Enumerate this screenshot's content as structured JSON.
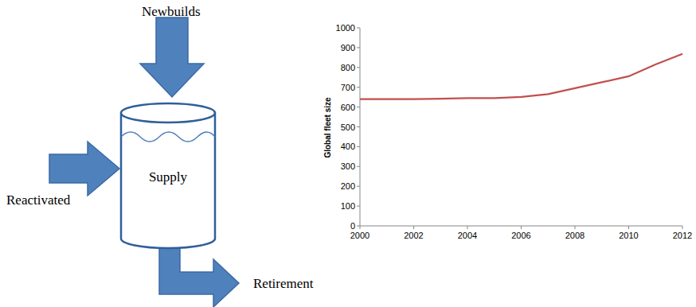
{
  "diagram": {
    "nodes": [
      {
        "text": [
          "Supply"
        ]
      }
    ],
    "labels": [
      "Newbuilds",
      "Reactivated",
      "Retirement",
      "Global fleet size",
      "0",
      "100",
      "200",
      "300",
      "400",
      "500",
      "600",
      "700",
      "800",
      "900",
      "1000",
      "2000",
      "2002",
      "2004",
      "2006",
      "2008",
      "2010",
      "2012"
    ]
  }
}
